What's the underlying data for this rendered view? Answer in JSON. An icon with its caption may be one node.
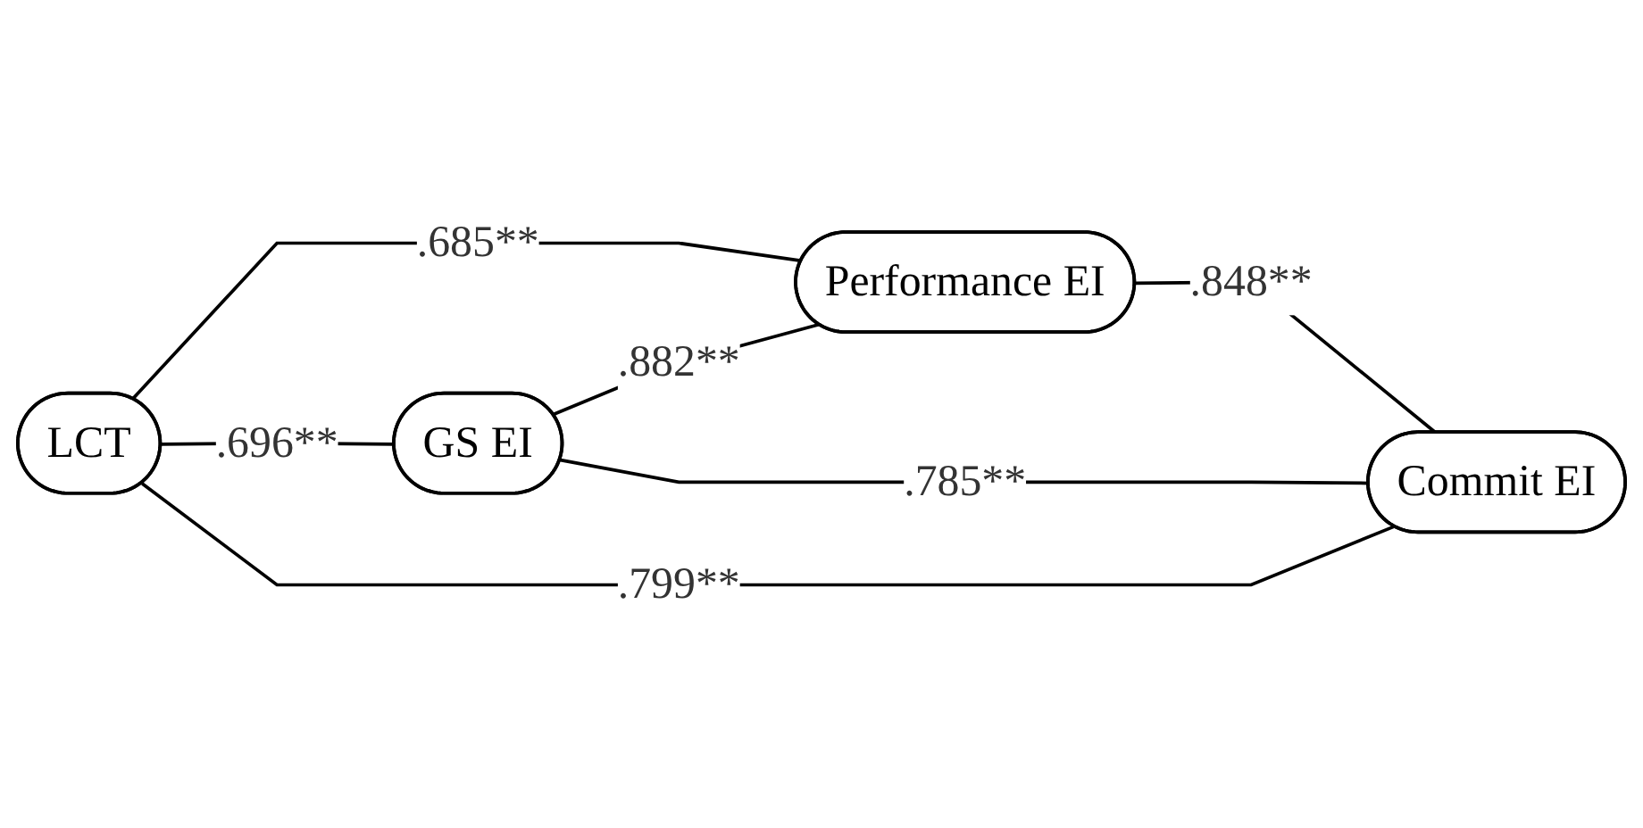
{
  "diagram": {
    "nodes": [
      {
        "text": [
          "LCT"
        ]
      },
      {
        "text": [
          "GS EI"
        ]
      },
      {
        "text": [
          "Performance EI"
        ]
      },
      {
        "text": [
          "Commit EI"
        ]
      }
    ],
    "edges": [
      {
        "from": 0,
        "to": 2,
        "arrow": "none",
        "label": ".685**"
      },
      {
        "from": 0,
        "to": 1,
        "arrow": "none",
        "label": ".696**"
      },
      {
        "from": 1,
        "to": 2,
        "arrow": "none",
        "label": ".882**"
      },
      {
        "from": 1,
        "to": 3,
        "arrow": "none",
        "label": ".785**"
      },
      {
        "from": 0,
        "to": 3,
        "arrow": "none",
        "label": ".799**"
      },
      {
        "from": 2,
        "to": 3,
        "arrow": "none",
        "label": ".848**"
      }
    ]
  }
}
